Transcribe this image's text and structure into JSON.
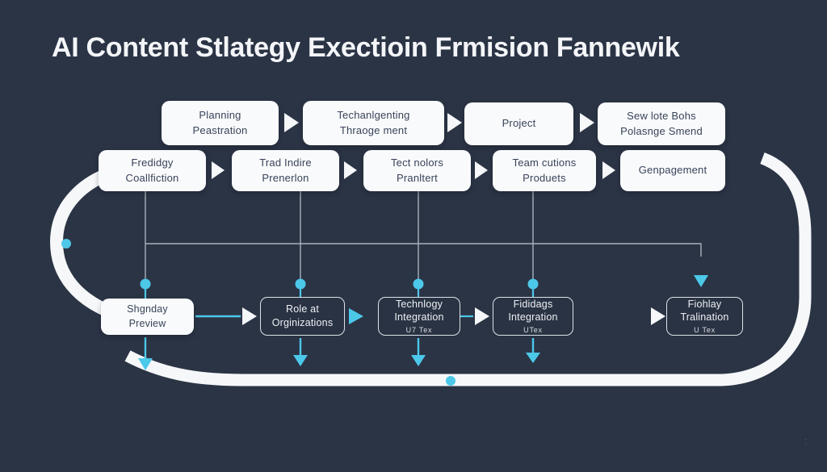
{
  "title": "AI Content Stlategy Exectioin Frmision Fannewik",
  "colors": {
    "background": "#2b3445",
    "box_fill": "#f9fafb",
    "box_text": "#38435a",
    "accent_cyan": "#4cc8e9",
    "line_gray": "#a9b1bc",
    "band_white": "#f5f7f9"
  },
  "top_row": {
    "boxes": [
      {
        "line1": "Planning",
        "line2": "Peastration"
      },
      {
        "line1": "Techanlgenting",
        "line2": "Thraoge ment"
      },
      {
        "line1": "Project",
        "line2": ""
      },
      {
        "line1": "Sew lote Bohs",
        "line2": "Polasnge Smend"
      }
    ]
  },
  "mid_row": {
    "boxes": [
      {
        "line1": "Fredidgy",
        "line2": "Coallfiction"
      },
      {
        "line1": "Trad Indire",
        "line2": "Prenerlon"
      },
      {
        "line1": "Tect nolors",
        "line2": "Pranltert"
      },
      {
        "line1": "Team cutions",
        "line2": "Produets"
      },
      {
        "line1": "Genpagement",
        "line2": ""
      }
    ]
  },
  "bottom_row": {
    "boxes": [
      {
        "line1": "Shgnday",
        "line2": "Preview",
        "sub": ""
      },
      {
        "line1": "Role at",
        "line2": "Orginizations",
        "sub": ""
      },
      {
        "line1": "Technlogy",
        "line2": "Integration",
        "sub": "U7 Tex"
      },
      {
        "line1": "Fididags",
        "line2": "Integration",
        "sub": "UTex"
      },
      {
        "line1": "Fiohlay",
        "line2": "Tralination",
        "sub": "U Tex"
      }
    ]
  },
  "footer_mark": ":"
}
